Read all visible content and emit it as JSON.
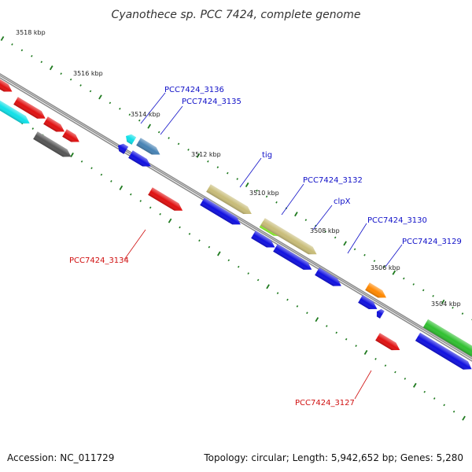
{
  "title": "Cyanothece sp. PCC 7424, complete genome",
  "footer": {
    "accession": "Accession: NC_011729",
    "summary": "Topology: circular; Length: 5,942,652 bp; Genes: 5,280"
  },
  "kbp_labels": [
    "3518 kbp",
    "3516 kbp",
    "3514 kbp",
    "3512 kbp",
    "3510 kbp",
    "3508 kbp",
    "3506 kbp",
    "3504 kbp"
  ],
  "gene_labels": {
    "pcc3136": "PCC7424_3136",
    "pcc3135": "PCC7424_3135",
    "tig": "tig",
    "pcc3132": "PCC7424_3132",
    "clpx": "clpX",
    "pcc3130": "PCC7424_3130",
    "pcc3129": "PCC7424_3129",
    "pcc3134": "PCC7424_3134",
    "pcc3127": "PCC7424_3127"
  },
  "colors": {
    "backbone": "#808080",
    "tick": "#1f7a1f",
    "label_blue": "#1010c8",
    "label_red": "#d01010",
    "red": "#e01010",
    "cyan": "#10e0e8",
    "gray": "#555555",
    "blue": "#1010e0",
    "steel": "#4682b4",
    "khaki": "#c8bc78",
    "green": "#30c030",
    "lime": "#90ff30",
    "orange": "#ff8800"
  }
}
